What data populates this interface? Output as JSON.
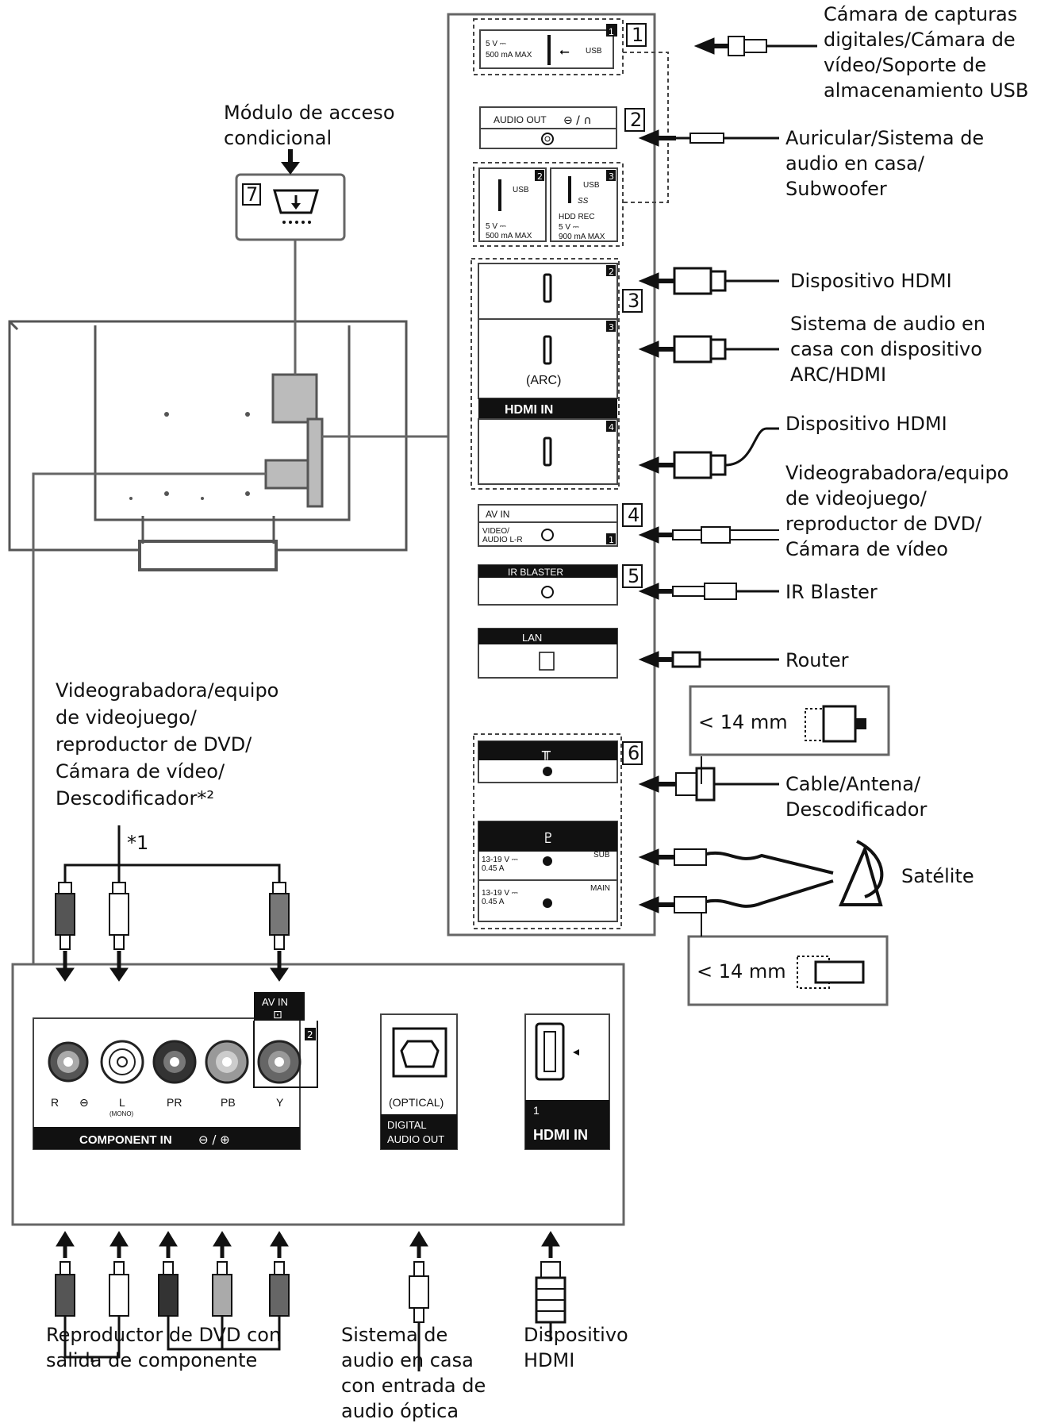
{
  "labels": {
    "usb_device": [
      "Cámara de capturas",
      "digitales/Cámara de",
      "vídeo/Soporte de",
      "almacenamiento USB"
    ],
    "headphone": [
      "Auricular/Sistema de",
      "audio en casa/",
      "Subwoofer"
    ],
    "hdmi_device_2": "Dispositivo HDMI",
    "arc_system": [
      "Sistema de audio en",
      "casa con dispositivo",
      "ARC/HDMI"
    ],
    "hdmi_device_4": "Dispositivo HDMI",
    "av_devices_right": [
      "Videograbadora/equipo",
      "de videojuego/",
      "reproductor de DVD/",
      "Cámara de vídeo"
    ],
    "ir_blaster": "IR Blaster",
    "router": "Router",
    "cable_antenna": [
      "Cable/Antena/",
      "Descodificador"
    ],
    "satellite": "Satélite",
    "cam_module": [
      "Módulo de acceso",
      "condicional"
    ],
    "av_devices_left": [
      "Videograbadora/equipo",
      "de videojuego/",
      "reproductor de DVD/",
      "Cámara de vídeo/",
      "Descodificador*²"
    ],
    "footnote_1": "*1",
    "dvd_component": [
      "Reproductor de DVD con",
      "salida de componente"
    ],
    "optical_system": [
      "Sistema de",
      "audio en casa",
      "con entrada de",
      "audio óptica"
    ],
    "hdmi_device_1": [
      "Dispositivo",
      "HDMI"
    ],
    "size_top": "< 14 mm",
    "size_bottom": "< 14 mm"
  },
  "port_labels": {
    "usb1_power": [
      "5 V ⎓",
      "500 mA MAX"
    ],
    "usb": "USB",
    "audio_out": "AUDIO OUT",
    "usb2_power": [
      "5 V ⎓",
      "500 mA MAX"
    ],
    "usb3_text": [
      "USB",
      "SS",
      "HDD REC",
      "5 V ⎓",
      "900 mA MAX"
    ],
    "arc": "(ARC)",
    "hdmi_in": "HDMI IN",
    "av_in": "AV IN",
    "av_in_sub": [
      "VIDEO/",
      "AUDIO L-R"
    ],
    "ir_blaster": "IR BLASTER",
    "lan": "LAN",
    "sat_sub_power": [
      "13-19 V ⎓",
      "0.45 A"
    ],
    "sat_sub": "SUB",
    "sat_main_power": [
      "13-19 V ⎓",
      "0.45 A"
    ],
    "sat_main": "MAIN",
    "component_in": "COMPONENT IN",
    "av_in_2": "AV IN",
    "jack_r": "R",
    "jack_l": "L",
    "mono": "(MONO)",
    "jack_pr": "PR",
    "jack_pb": "PB",
    "jack_y": "Y",
    "optical": "(OPTICAL)",
    "digital_audio_out": [
      "DIGITAL",
      "AUDIO OUT"
    ],
    "hdmi_in_1": "HDMI IN"
  },
  "numbers": {
    "n1": "1",
    "n2": "2",
    "n3": "3",
    "n4": "4",
    "n5": "5",
    "n6": "6",
    "n7": "7",
    "n3b": "3",
    "tag1": "1",
    "tag2": "2",
    "tag3": "3",
    "tag2h": "2",
    "tag3h": "3",
    "tag4h": "4",
    "tag_av1": "1",
    "tag_av2": "2",
    "tag_hdmi1": "1"
  }
}
